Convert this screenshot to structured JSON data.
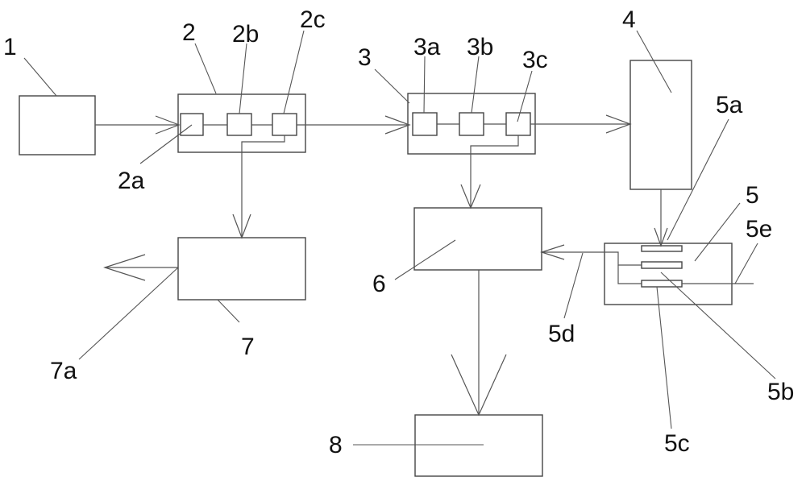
{
  "diagram": {
    "labels": {
      "n1": "1",
      "n2": "2",
      "n2a": "2a",
      "n2b": "2b",
      "n2c": "2c",
      "n3": "3",
      "n3a": "3a",
      "n3b": "3b",
      "n3c": "3c",
      "n4": "4",
      "n5": "5",
      "n5a": "5a",
      "n5b": "5b",
      "n5c": "5c",
      "n5d": "5d",
      "n5e": "5e",
      "n6": "6",
      "n7": "7",
      "n7a": "7a",
      "n8": "8"
    },
    "colors": {
      "line": "#555555",
      "box": "#444444",
      "text": "#111111",
      "background": "#ffffff"
    }
  }
}
